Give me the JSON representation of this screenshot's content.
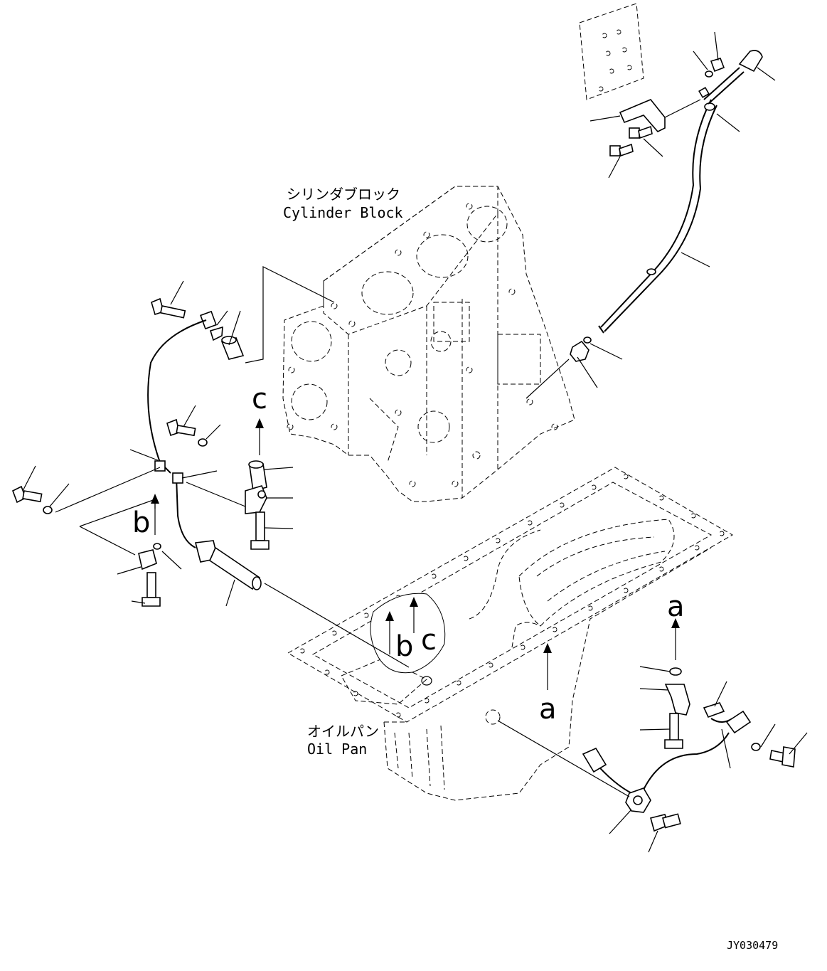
{
  "labels": {
    "cylinder_block_jp": "シリンダブロック",
    "cylinder_block_en": "Cylinder Block",
    "oil_pan_jp": "オイルパン",
    "oil_pan_en": "Oil Pan",
    "drawing_id": "JY030479"
  },
  "view_markers": {
    "a_pan": "a",
    "a_bracket": "a",
    "b_pan": "b",
    "b_clip": "b",
    "c_pan": "c",
    "c_block": "c"
  }
}
